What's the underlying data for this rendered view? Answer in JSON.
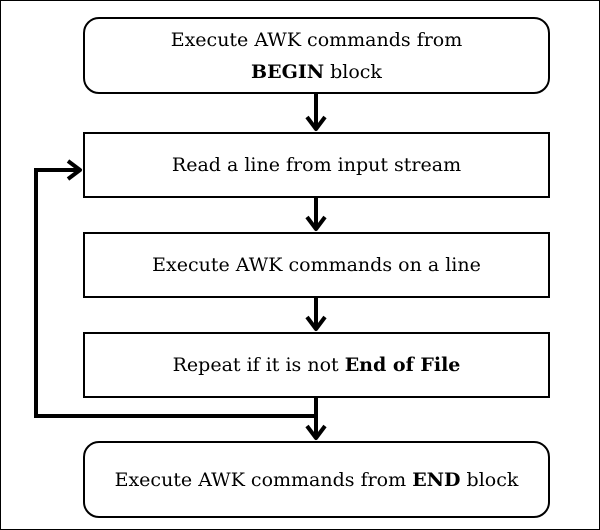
{
  "diagram": {
    "type": "flowchart",
    "nodes": [
      {
        "id": "begin",
        "shape": "rounded-rectangle",
        "text_parts": [
          "Execute AWK commands from ",
          "BEGIN",
          " block"
        ]
      },
      {
        "id": "read",
        "shape": "rectangle",
        "text": "Read a line from input stream"
      },
      {
        "id": "exec",
        "shape": "rectangle",
        "text": "Execute AWK commands on a line"
      },
      {
        "id": "repeat",
        "shape": "rectangle",
        "text_parts": [
          "Repeat if it is not ",
          "End of File"
        ]
      },
      {
        "id": "end",
        "shape": "rounded-rectangle",
        "text_parts": [
          "Execute AWK commands from ",
          "END",
          " block"
        ]
      }
    ],
    "edges": [
      {
        "from": "begin",
        "to": "read"
      },
      {
        "from": "read",
        "to": "exec"
      },
      {
        "from": "exec",
        "to": "repeat"
      },
      {
        "from": "repeat",
        "to": "end"
      },
      {
        "from": "repeat",
        "to": "read",
        "kind": "loop-back"
      }
    ],
    "colors": {
      "stroke": "#000000",
      "fill": "#ffffff",
      "text": "#000000"
    }
  }
}
